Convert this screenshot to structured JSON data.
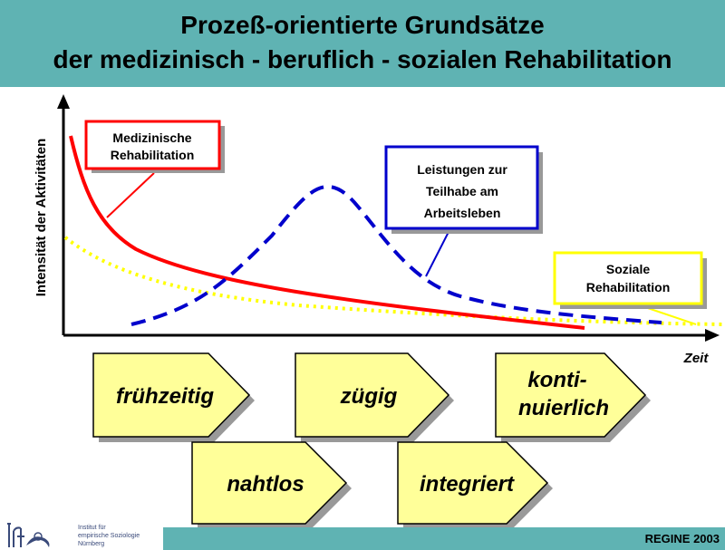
{
  "header": {
    "title_line1": "Prozeß-orientierte Grundsätze",
    "title_line2": "der medizinisch - beruflich - sozialen Rehabilitation"
  },
  "axes": {
    "ylabel": "Intensität der Aktivitäten",
    "xlabel": "Zeit"
  },
  "curves": {
    "medical": {
      "line1": "Medizinische",
      "line2": "Rehabilitation",
      "color": "#ff0000"
    },
    "vocational": {
      "line1": "Leistungen zur",
      "line2": "Teilhabe am",
      "line3": "Arbeitsleben",
      "color": "#0000cc"
    },
    "social": {
      "line1": "Soziale",
      "line2": "Rehabilitation",
      "color": "#ffff00"
    }
  },
  "principles": {
    "p1": "frühzeitig",
    "p2": "zügig",
    "p3_line1": "konti-",
    "p3_line2": "nuierlich",
    "p4": "nahtlos",
    "p5": "integriert",
    "fill_color": "#ffff99"
  },
  "footer": {
    "text": "REGINE  2003",
    "logo_line1": "Institut für",
    "logo_line2": "empirische Soziologie",
    "logo_line3": "Nürnberg"
  },
  "colors": {
    "header_bg": "#5fb3b3"
  }
}
